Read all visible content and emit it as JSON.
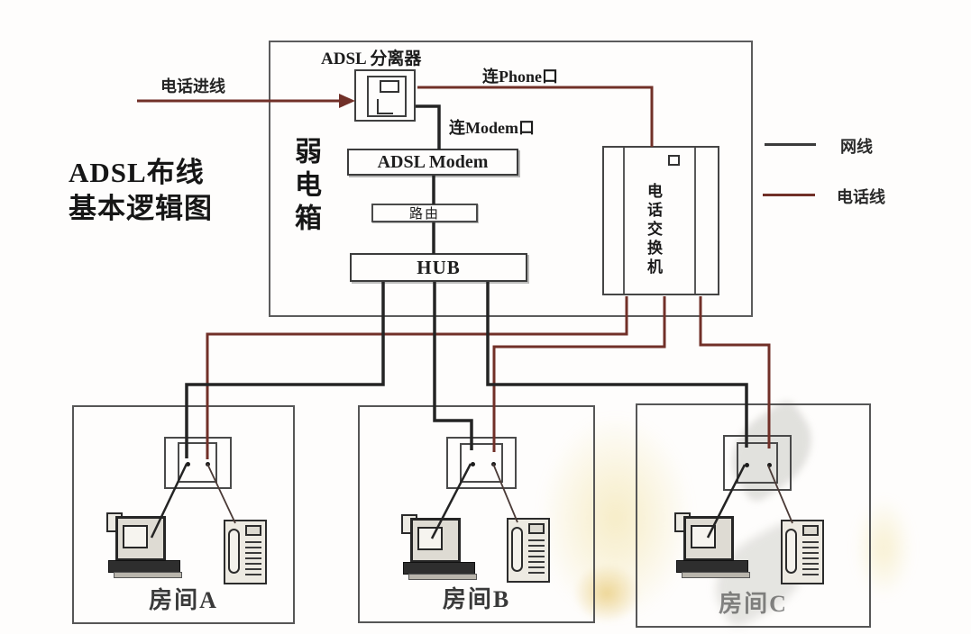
{
  "title": {
    "line1": "ADSL布线",
    "line2": "基本逻辑图"
  },
  "labels": {
    "phone_inlet": "电话进线",
    "splitter": "ADSL 分离器",
    "to_phone_port": "连Phone口",
    "to_modem_port": "连Modem口",
    "weak_current_box": "弱电箱",
    "adsl_modem": "ADSL Modem",
    "router": "路由",
    "hub": "HUB",
    "phone_exchange": "电话交换机"
  },
  "legend": [
    {
      "label": "网线",
      "color": "#3b3b3b"
    },
    {
      "label": "电话线",
      "color": "#713028"
    }
  ],
  "rooms": [
    {
      "label": "房间A"
    },
    {
      "label": "房间B"
    },
    {
      "label": "房间C"
    }
  ],
  "colors": {
    "net_line": "#242424",
    "phone_line": "#713028",
    "box_border": "#4a4a4a"
  }
}
